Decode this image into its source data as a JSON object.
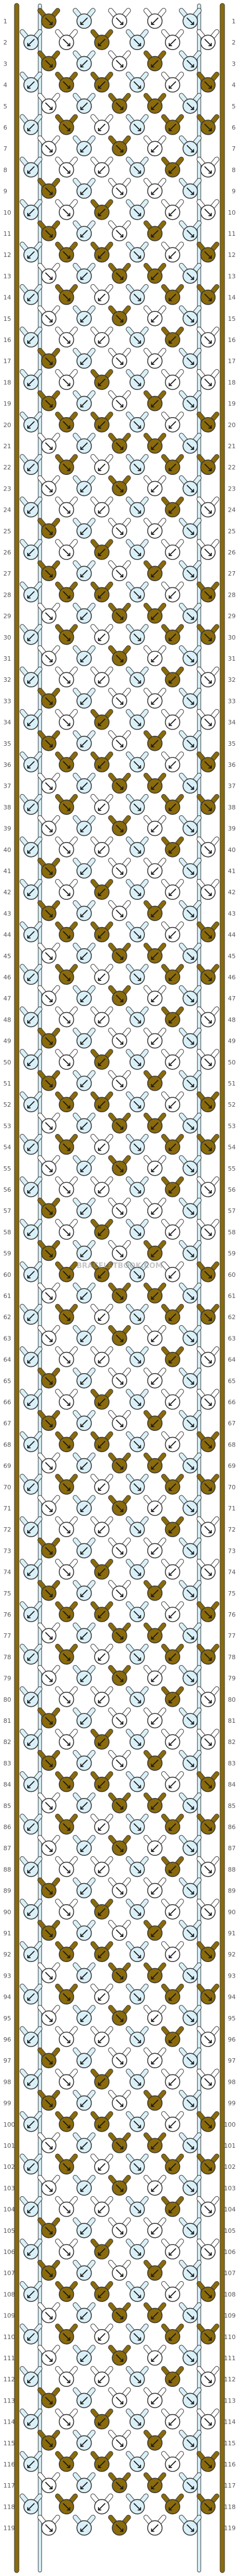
{
  "pattern": {
    "title": "",
    "watermark": "BRACELETBOOK.COM",
    "row_count": 119,
    "string_count": 12,
    "colors": {
      "white": "#ffffff",
      "light_blue": "#d9f0f8",
      "olive_brown": "#8a6a0a",
      "outline": "#3a3a3a",
      "arrow": "#1a1a1a"
    },
    "string_colors": [
      "white",
      "light_blue",
      "olive_brown",
      "olive_brown",
      "olive_brown",
      "white",
      "white",
      "light_blue",
      "olive_brown",
      "olive_brown",
      "white",
      "light_blue"
    ],
    "rows": [
      1,
      2,
      3,
      4,
      5,
      6,
      7,
      8,
      9,
      10,
      11,
      12,
      13,
      14,
      15,
      16,
      17,
      18,
      19,
      20,
      21,
      22,
      23,
      24,
      25,
      26,
      27,
      28,
      29,
      30,
      31,
      32,
      33,
      34,
      35,
      36,
      37,
      38,
      39,
      40,
      41,
      42,
      43,
      44,
      45,
      46,
      47,
      48,
      49,
      50,
      51,
      52,
      53,
      54,
      55,
      56,
      57,
      58,
      59,
      60,
      61,
      62,
      63,
      64,
      65,
      66,
      67,
      68,
      69,
      70,
      71,
      72,
      73,
      74,
      75,
      76,
      77,
      78,
      79,
      80,
      81,
      82,
      83,
      84,
      85,
      86,
      87,
      88,
      89,
      90,
      91,
      92,
      93,
      94,
      95,
      96,
      97,
      98,
      99,
      100,
      101,
      102,
      103,
      104,
      105,
      106,
      107,
      108,
      109,
      110,
      111,
      112,
      113,
      114,
      115,
      116,
      117,
      118,
      119
    ]
  }
}
